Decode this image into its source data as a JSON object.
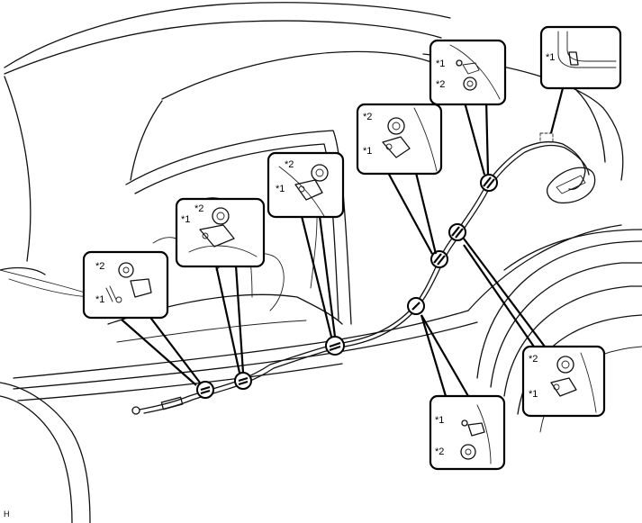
{
  "figure_code": "H",
  "callouts": [
    {
      "id": "rear-door-top",
      "labels": [
        "*1",
        "*2"
      ]
    },
    {
      "id": "fuel-inlet",
      "labels": [
        "*1"
      ]
    },
    {
      "id": "rear-pillar",
      "labels": [
        "*2",
        "*1"
      ]
    },
    {
      "id": "center-pillar",
      "labels": [
        "*2",
        "*1"
      ]
    },
    {
      "id": "front-seat",
      "labels": [
        "*2",
        "*1"
      ]
    },
    {
      "id": "front-sill",
      "labels": [
        "*2",
        "*1"
      ]
    },
    {
      "id": "wheel-well",
      "labels": [
        "*2",
        "*1"
      ]
    },
    {
      "id": "rear-floor",
      "labels": [
        "*1",
        "*2"
      ]
    }
  ]
}
